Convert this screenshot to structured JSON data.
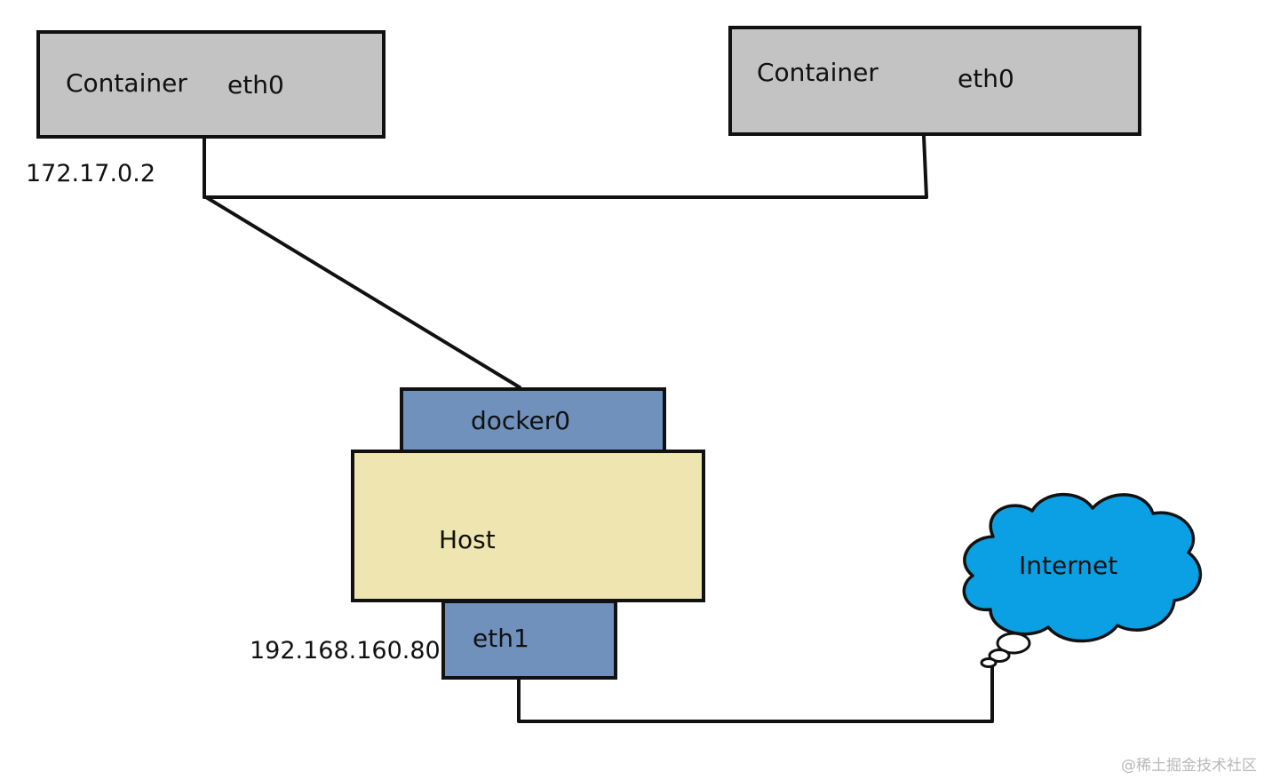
{
  "containers": [
    {
      "title": "Container",
      "interface": "eth0",
      "ip": "172.17.0.2"
    },
    {
      "title": "Container",
      "interface": "eth0"
    }
  ],
  "host": {
    "label": "Host",
    "bridge_interface": "docker0",
    "external_interface": "eth1",
    "external_ip": "192.168.160.80"
  },
  "internet": {
    "label": "Internet"
  },
  "watermark": "@稀土掘金技术社区",
  "colors": {
    "container_fill": "#c3c3c3",
    "interface_fill": "#6f91bb",
    "host_fill": "#eee5b0",
    "cloud_fill": "#0aa0e3",
    "stroke": "#111111"
  }
}
